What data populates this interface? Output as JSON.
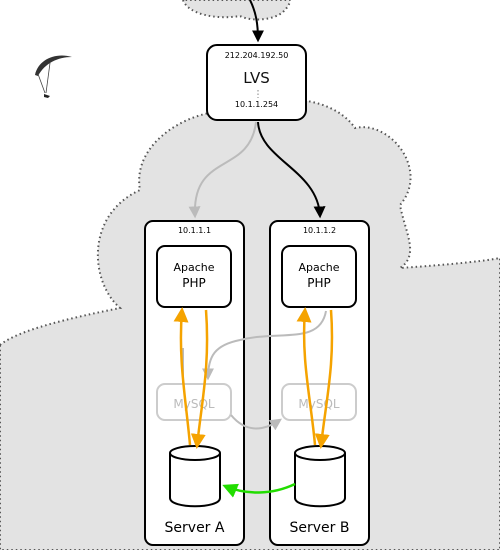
{
  "lvs": {
    "public_ip": "212.204.192.50",
    "label": "LVS",
    "private_ip": "10.1.1.254"
  },
  "servers": [
    {
      "ip": "10.1.1.1",
      "app_line1": "Apache",
      "app_line2": "PHP",
      "db_label": "MySQL",
      "name": "Server A"
    },
    {
      "ip": "10.1.1.2",
      "app_line1": "Apache",
      "app_line2": "PHP",
      "db_label": "MySQL",
      "name": "Server B"
    }
  ],
  "colors": {
    "active_connection": "#000000",
    "inactive_connection": "#bbbbbb",
    "app_db_flow": "#f5a300",
    "replication": "#22dd00",
    "cloud_fill": "#e3e3e3",
    "cloud_border": "#555555"
  },
  "icons": {
    "internet_cloud": "cloud-shape",
    "network_cloud": "cloud-shape",
    "paraglider": "paraglider-icon",
    "database": "database-cylinder-icon"
  }
}
